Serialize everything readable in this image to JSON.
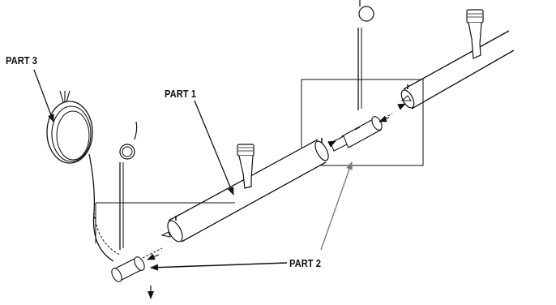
{
  "diagram": {
    "labels": {
      "part1": "PART 1",
      "part2": "PART 2",
      "part3": "PART 3"
    },
    "colors": {
      "ink": "#111111",
      "leader_gray": "#7a7a7a"
    }
  }
}
